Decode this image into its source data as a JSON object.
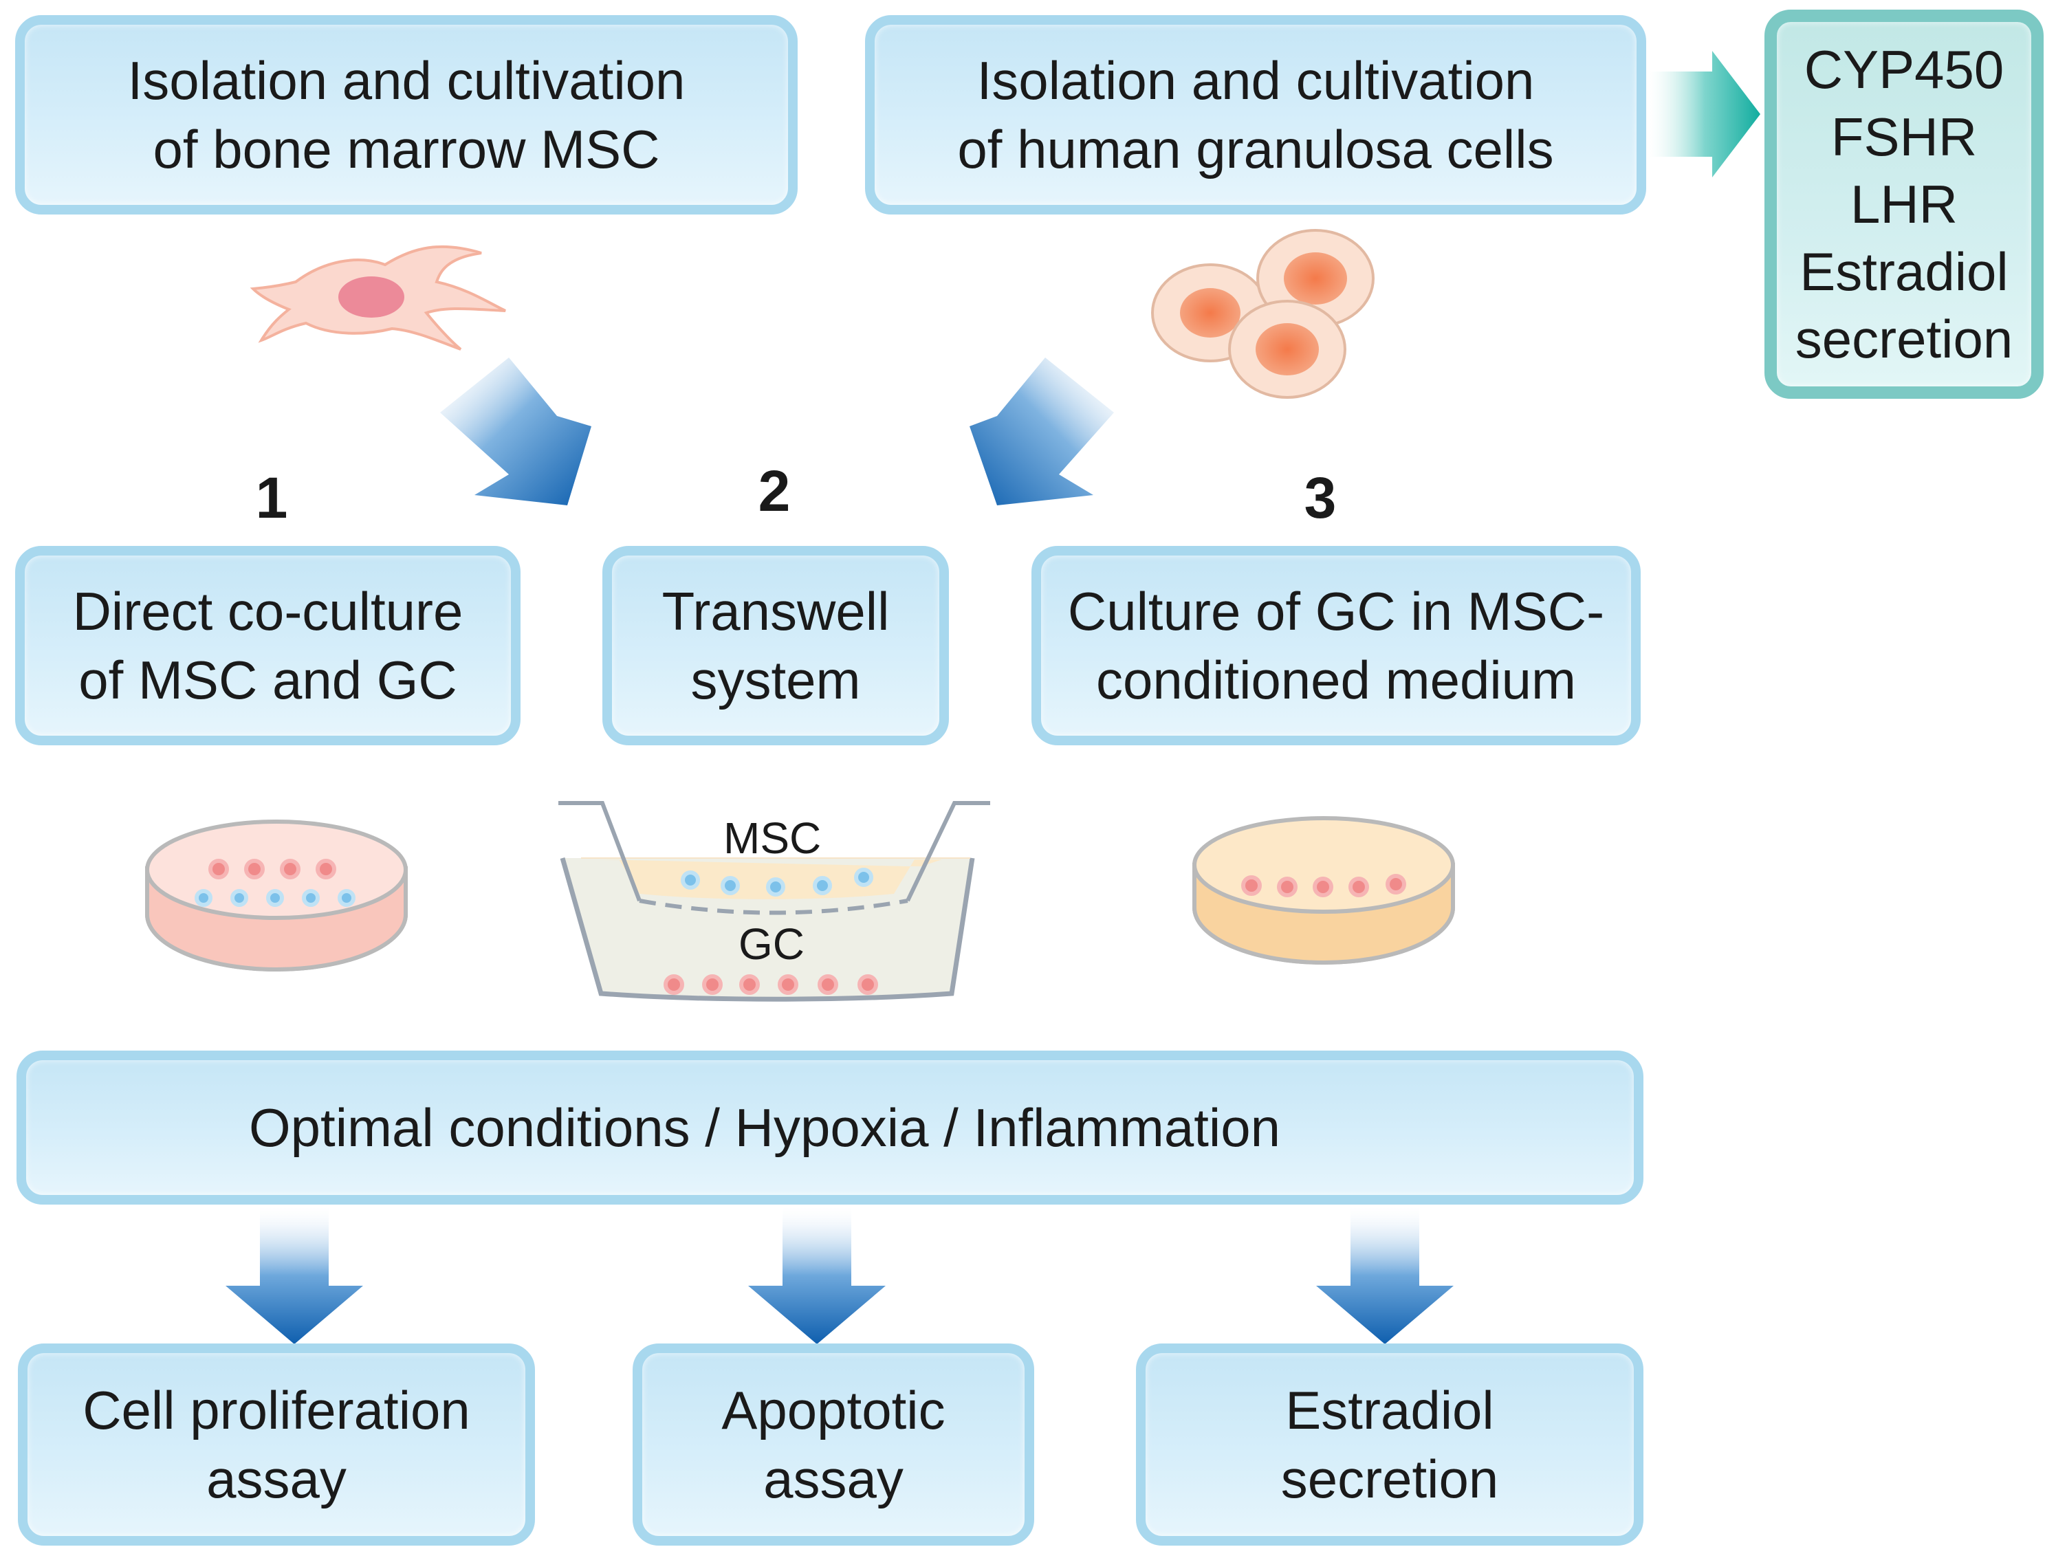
{
  "top": {
    "msc_box": [
      "Isolation and cultivation",
      "of bone marrow MSC"
    ],
    "gc_box": [
      "Isolation and cultivation",
      "of human granulosa cells"
    ],
    "markers_box": [
      "CYP450",
      "FSHR",
      "LHR",
      "Estradiol",
      "secretion"
    ]
  },
  "methods": [
    {
      "number": "1",
      "lines": [
        "Direct co-culture",
        "of MSC and GC"
      ]
    },
    {
      "number": "2",
      "lines": [
        "Transwell",
        "system"
      ]
    },
    {
      "number": "3",
      "lines": [
        "Culture of GC in MSC-",
        "conditioned medium"
      ]
    }
  ],
  "transwell_labels": {
    "top": "MSC",
    "bottom": "GC"
  },
  "conditions": "Optimal conditions / Hypoxia / Inflammation",
  "assays": [
    [
      "Cell proliferation",
      "assay"
    ],
    [
      "Apoptotic",
      "assay"
    ],
    [
      "Estradiol",
      "secretion"
    ]
  ],
  "colors": {
    "box_fill": "#d2ecf8",
    "box_border": "#a8d8ee",
    "marker_border": "#7cc9c4",
    "arrow_blue": "#1f6fb8",
    "arrow_teal": "#1ab0a3",
    "msc_cell": "#f5a7a7",
    "gc_cell": "#f08a5d"
  }
}
